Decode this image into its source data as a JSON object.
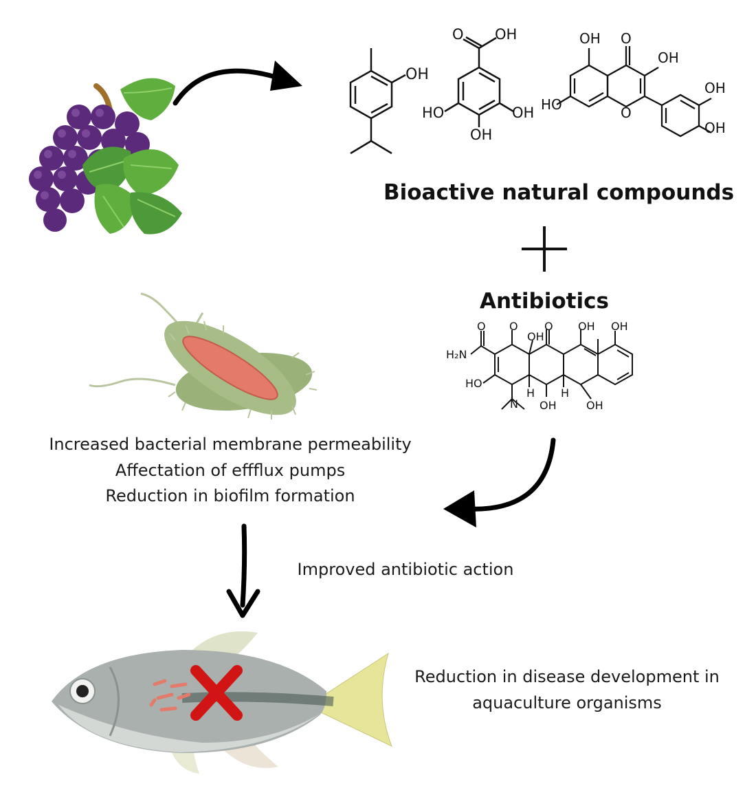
{
  "compounds_heading": "Bioactive natural compounds",
  "antibiotics_heading": "Antibiotics",
  "mechanisms": [
    "Increased bacterial membrane permeability",
    "Affectation of effflux pumps",
    "Reduction in biofilm formation"
  ],
  "improved_label": "Improved antibiotic action",
  "outcome_lines": [
    "Reduction in disease development in",
    "aquaculture organisms"
  ],
  "chem_labels": {
    "thymol_oh": "OH",
    "gallic_cooh_o": "O",
    "gallic_cooh_oh": "OH",
    "gallic_ho_left": "HO",
    "gallic_oh_right": "OH",
    "gallic_oh_bottom": "OH",
    "quercetin_oh_top": "OH",
    "quercetin_o_carbonyl": "O",
    "quercetin_oh_3": "OH",
    "quercetin_ho_7": "HO",
    "quercetin_o_ring": "O",
    "quercetin_oh_3p": "OH",
    "quercetin_oh_4p": "OH",
    "tetra_o1": "O",
    "tetra_o2": "O",
    "tetra_oh_top": "OH",
    "tetra_o3": "O",
    "tetra_oh_a": "OH",
    "tetra_oh_b": "OH",
    "tetra_h2n": "H₂N",
    "tetra_ho": "HO",
    "tetra_h1": "H",
    "tetra_h2": "H",
    "tetra_n": "N",
    "tetra_oh_c": "OH",
    "tetra_oh_d": "OH"
  },
  "colors": {
    "grape": "#5b2a7a",
    "mint": "#4e9a3a",
    "bacteria_body": "#9bb17a",
    "bacteria_core": "#e47a6a",
    "fish_body": "#a9b0ad",
    "x_mark": "#d11414"
  }
}
